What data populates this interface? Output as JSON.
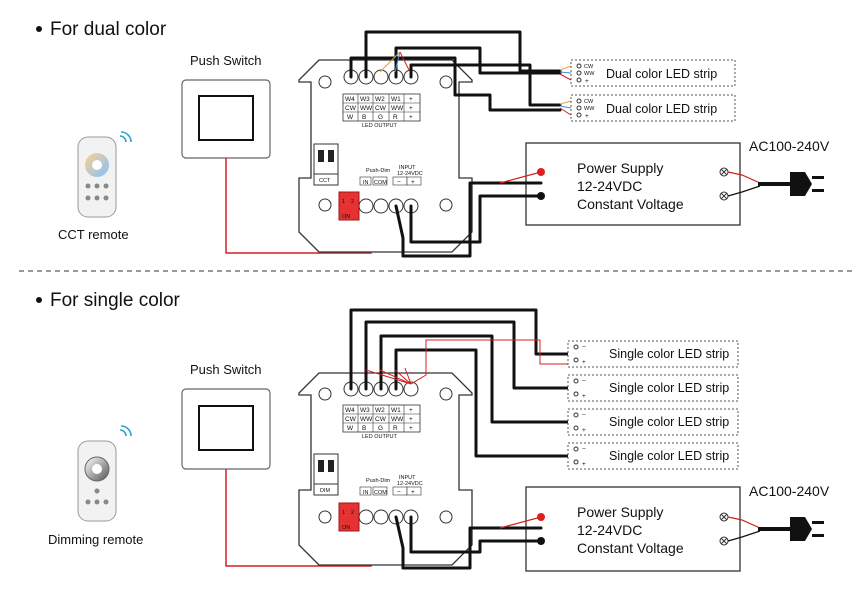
{
  "sections": [
    {
      "title": "For dual color",
      "remote_label": "CCT remote",
      "switch_label": "Push Switch",
      "mode_label": "CCT",
      "strips": [
        "Dual color LED strip",
        "Dual color LED strip"
      ],
      "strip_pins": [
        "CW",
        "WW",
        "+"
      ],
      "psu": [
        "Power Supply",
        "12-24VDC",
        "Constant Voltage"
      ],
      "ac_label": "AC100-240V"
    },
    {
      "title": "For single color",
      "remote_label": "Dimming remote",
      "switch_label": "Push Switch",
      "mode_label": "DIM",
      "strips": [
        "Single color LED strip",
        "Single color LED strip",
        "Single color LED strip",
        "Single color LED strip"
      ],
      "strip_pins": [
        "−",
        "+"
      ],
      "psu": [
        "Power Supply",
        "12-24VDC",
        "Constant Voltage"
      ],
      "ac_label": "AC100-240V"
    }
  ],
  "controller": {
    "table": [
      [
        "W4",
        "W3",
        "W2",
        "W1",
        "+"
      ],
      [
        "CW",
        "WW",
        "CW",
        "WW",
        "+"
      ],
      [
        "W",
        "B",
        "G",
        "R",
        "+"
      ]
    ],
    "led_output_label": "LED OUTPUT",
    "push_dim_label": "Push-Dim",
    "input_label": "INPUT",
    "input_voltage": "12-24VDC",
    "in_label": "IN",
    "com_label": "COM",
    "minus_label": "−",
    "plus_label": "+",
    "pin1": "1",
    "pin2": "2",
    "on_label": "ON"
  },
  "colors": {
    "positive_wire": "#d42020",
    "negative_wire": "#111111",
    "connector": "#e63232",
    "signal": "#2aa4c8"
  }
}
